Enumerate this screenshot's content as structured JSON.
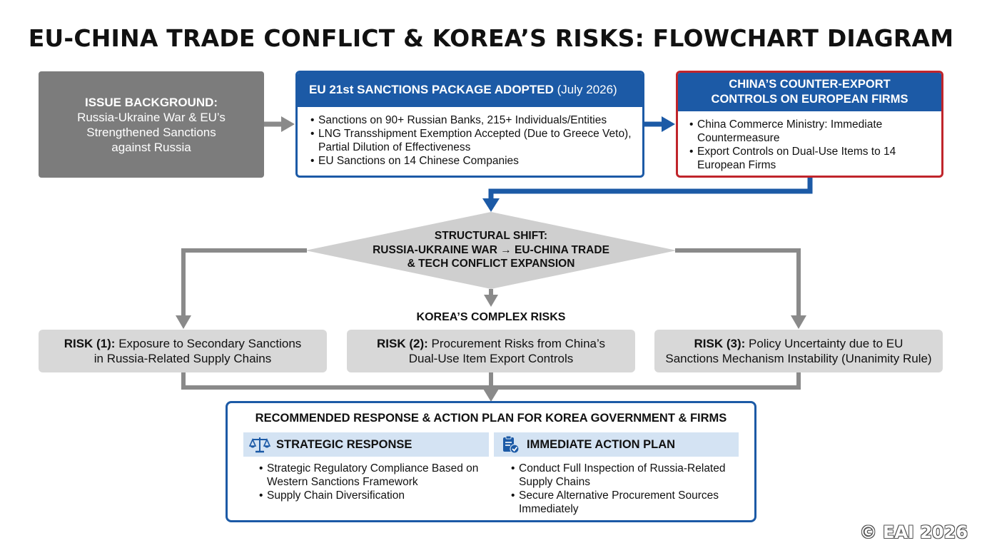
{
  "title": "EU-CHINA TRADE CONFLICT & KOREA’S RISKS: FLOWCHART DIAGRAM",
  "background": {
    "heading": "ISSUE BACKGROUND:",
    "lines": [
      "Russia-Ukraine War & EU’s",
      "Strengthened Sanctions",
      "against Russia"
    ]
  },
  "eu_sanctions": {
    "heading": "EU 21st SANCTIONS PACKAGE ADOPTED",
    "date": "(July 2026)",
    "bullets": [
      "Sanctions on 90+ Russian Banks, 215+ Individuals/Entities",
      "LNG Transshipment Exemption Accepted (Due to Greece Veto), Partial Dilution of Effectiveness",
      "EU Sanctions on 14 Chinese Companies"
    ]
  },
  "china_counter": {
    "heading_line1": "CHINA’S COUNTER-EXPORT",
    "heading_line2": "CONTROLS ON EUROPEAN FIRMS",
    "bullets": [
      "China Commerce Ministry: Immediate Countermeasure",
      "Export Controls on Dual-Use Items to 14 European Firms"
    ]
  },
  "structural_shift": {
    "line1": "STRUCTURAL SHIFT:",
    "line2": "RUSSIA-UKRAINE WAR → EU-CHINA TRADE",
    "line3": "& TECH CONFLICT EXPANSION"
  },
  "korea_risks_label": "KOREA’S COMPLEX RISKS",
  "risks": [
    {
      "label": "RISK (1):",
      "text_line1": "Exposure to Secondary Sanctions",
      "text_line2": "in Russia-Related Supply Chains"
    },
    {
      "label": "RISK (2):",
      "text_line1": "Procurement Risks from China’s",
      "text_line2": "Dual-Use Item Export Controls"
    },
    {
      "label": "RISK (3):",
      "text_line1": "Policy Uncertainty due to EU",
      "text_line2": "Sanctions Mechanism Instability (Unanimity Rule)"
    }
  ],
  "recommendation": {
    "title": "RECOMMENDED RESPONSE & ACTION PLAN FOR KOREA GOVERNMENT & FIRMS",
    "strategic": {
      "heading": "STRATEGIC RESPONSE",
      "icon": "scales-icon",
      "bullets": [
        "Strategic Regulatory Compliance Based on Western Sanctions Framework",
        "Supply Chain Diversification"
      ]
    },
    "immediate": {
      "heading": "IMMEDIATE ACTION PLAN",
      "icon": "clipboard-check-icon",
      "bullets": [
        "Conduct Full Inspection of Russia-Related Supply Chains",
        "Secure Alternative Procurement Sources Immediately"
      ]
    }
  },
  "copyright": "© EAI 2026",
  "colors": {
    "blue": "#1c5aa6",
    "red": "#c0252b",
    "gray_box": "#7c7c7c",
    "risk_box": "#d8d8d8",
    "connector": "#8a8a8a",
    "subhead_bg": "#d4e3f3"
  }
}
